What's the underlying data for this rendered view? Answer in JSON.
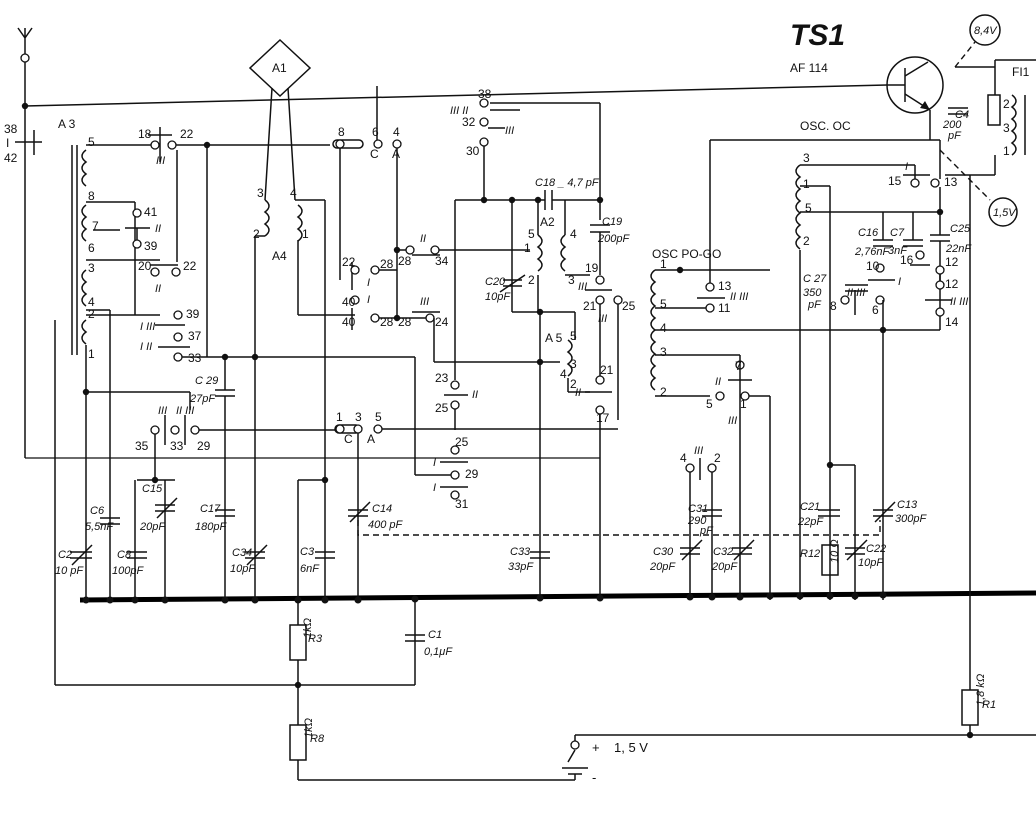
{
  "title": "TS1",
  "transistor": {
    "label": "AF 114"
  },
  "voltages": {
    "collector": "8,4V",
    "emitter": "1,5V"
  },
  "supply": {
    "label": "1, 5 V",
    "plus": "+",
    "minus": "-"
  },
  "blocks": {
    "A1": "A1",
    "A2": "A2",
    "A3": "A 3",
    "A4": "A4",
    "A5": "A 5",
    "FI1": "FI1",
    "osc_oc": "OSC. OC",
    "osc_pogo": "OSC PO-GO"
  },
  "components": {
    "C1": {
      "name": "C1",
      "value": "0,1μF"
    },
    "C2": {
      "name": "C2",
      "value": "10 pF"
    },
    "C3": {
      "name": "C3",
      "value": "6nF"
    },
    "C4": {
      "name": "C4",
      "value": "200",
      "unit": "pF"
    },
    "C6": {
      "name": "C6",
      "value": "5,5nF"
    },
    "C7": {
      "name": "C7",
      "value": "3nF"
    },
    "C8": {
      "name": "C8",
      "value": "100pF"
    },
    "C13": {
      "name": "C13",
      "value": "300pF"
    },
    "C14": {
      "name": "C14",
      "value": "400 pF"
    },
    "C15": {
      "name": "C15",
      "value": "20pF"
    },
    "C16": {
      "name": "C16",
      "value": "2,76nF"
    },
    "C17": {
      "name": "C17",
      "value": "180pF"
    },
    "C18": {
      "name": "C18 _ 4,7 pF"
    },
    "C19": {
      "name": "C19",
      "value": "200pF"
    },
    "C20": {
      "name": "C20",
      "value": "10pF"
    },
    "C21": {
      "name": "C21",
      "value": "22pF"
    },
    "C22": {
      "name": "C22",
      "value": "10pF"
    },
    "C25": {
      "name": "C25",
      "value": "22nF"
    },
    "C27": {
      "name": "C 27",
      "value": "350",
      "unit": "pF"
    },
    "C29": {
      "name": "C 29",
      "value": "27pF"
    },
    "C30": {
      "name": "C30",
      "value": "20pF"
    },
    "C31": {
      "name": "C31",
      "value": "290",
      "unit": "pF"
    },
    "C32": {
      "name": "C32",
      "value": "20pF"
    },
    "C33": {
      "name": "C33",
      "value": "33pF"
    },
    "C34": {
      "name": "C34",
      "value": "10pF"
    },
    "R1": {
      "name": "R1",
      "value": "1,8 kΩ"
    },
    "R3": {
      "name": "R3",
      "value": "1kΩ"
    },
    "R8": {
      "name": "R8",
      "value": "1kΩ"
    },
    "R12": {
      "name": "R12",
      "value": "10 Ω"
    }
  },
  "switches": {
    "s38": {
      "top": "38",
      "left": "I",
      "bottom": "42"
    },
    "s18": {
      "left": "18",
      "right": "22",
      "roman": "III"
    },
    "s41": {
      "num": "41",
      "roman": "II",
      "num2": "39"
    },
    "s20": {
      "left": "20",
      "right": "22",
      "roman": "II"
    },
    "s39": {
      "num": "39",
      "left": "I III",
      "num2": "37"
    },
    "s33": {
      "left": "I II",
      "num": "33"
    },
    "s35": {
      "n1": "35",
      "n2": "33",
      "n3": "29",
      "r1": "III",
      "r2": "II III"
    },
    "sw_upper": {
      "n1": "8",
      "n2": "6",
      "n3": "4",
      "c": "C",
      "a": "A"
    },
    "sw_lower": {
      "n1": "1",
      "n2": "3",
      "n3": "5",
      "c": "C",
      "a": "A"
    },
    "s22a": {
      "n1": "22",
      "n2": "28",
      "roman": "I",
      "n3": "40"
    },
    "s40": {
      "n1": "40",
      "roman": "I",
      "n2": "28"
    },
    "s28b": {
      "n1": "28",
      "roman": "II",
      "n2": "34"
    },
    "s28c": {
      "n1": "28",
      "roman": "III",
      "n2": "24"
    },
    "s38b": {
      "n1": "38",
      "roman": "III II",
      "n2": "32",
      "roman2": "III",
      "n3": "30"
    },
    "s23": {
      "n1": "23",
      "roman": "II",
      "n2": "25"
    },
    "s25": {
      "n1": "25",
      "roman": "I",
      "n2": "29",
      "roman2": "I",
      "n3": "31"
    },
    "s19": {
      "n1": "19",
      "roman": "III",
      "n2": "25",
      "n3": "21",
      "roman2": "III"
    },
    "s21": {
      "n1": "21",
      "roman": "II",
      "n2": "17"
    },
    "s13a": {
      "n1": "13",
      "roman": "II III",
      "n2": "11"
    },
    "s7": {
      "n1": "7",
      "roman": "II",
      "n2": "5",
      "n3": "1",
      "roman2": "III"
    },
    "s4": {
      "n1": "4",
      "roman": "III",
      "n2": "2"
    },
    "s15": {
      "n1": "15",
      "roman": "I",
      "n2": "13"
    },
    "s10": {
      "n1": "10",
      "roman": "I",
      "n2": "16",
      "n3": "12",
      "n4": "12",
      "roman2": "II III",
      "n5": "14",
      "roman3": "II III",
      "n6": "8",
      "n7": "6"
    }
  },
  "coil_pins": {
    "A3": [
      "5",
      "8",
      "7",
      "6",
      "3",
      "4",
      "2",
      "1"
    ],
    "A4": [
      "3",
      "2",
      "4",
      "1"
    ],
    "A2": [
      "5",
      "1",
      "2",
      "4",
      "3"
    ],
    "A5": [
      "5",
      "3",
      "4",
      "2"
    ],
    "pogo": [
      "1",
      "5",
      "4",
      "3",
      "2"
    ],
    "oc": [
      "3",
      "1",
      "5",
      "2"
    ],
    "fi1": [
      "2",
      "3",
      "1"
    ]
  }
}
